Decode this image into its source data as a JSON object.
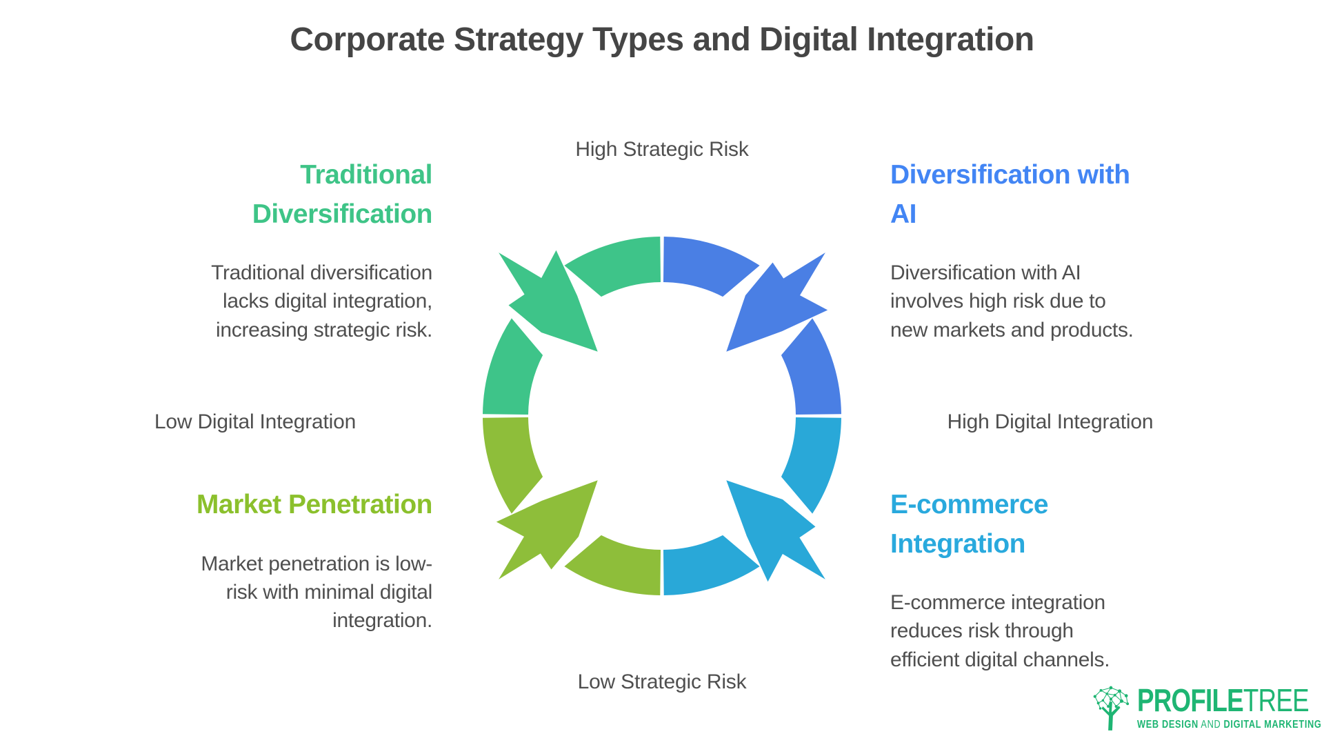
{
  "title": "Corporate Strategy Types and Digital Integration",
  "axes": {
    "top": "High Strategic Risk",
    "bottom": "Low Strategic Risk",
    "left": "Low Digital Integration",
    "right": "High Digital Integration"
  },
  "quadrants": [
    {
      "id": "traditional-diversification",
      "position": "top-left",
      "heading": "Traditional\nDiversification",
      "description": "Traditional diversification\nlacks digital integration,\nincreasing strategic risk.",
      "heading_color": "#3ec487",
      "segment_color": "#3ec489"
    },
    {
      "id": "diversification-with-ai",
      "position": "top-right",
      "heading": "Diversification with\nAI",
      "description": "Diversification with AI\ninvolves high risk due to\nnew markets and products.",
      "heading_color": "#4285f4",
      "segment_color": "#4a7fe4"
    },
    {
      "id": "market-penetration",
      "position": "bottom-left",
      "heading": "Market Penetration",
      "description": "Market penetration is low-\nrisk with minimal digital\nintegration.",
      "heading_color": "#8bc02c",
      "segment_color": "#8ebe3a"
    },
    {
      "id": "e-commerce-integration",
      "position": "bottom-right",
      "heading": "E-commerce\nIntegration",
      "description": "E-commerce integration\nreduces risk through\nefficient digital channels.",
      "heading_color": "#29a9dd",
      "segment_color": "#29a8d8"
    }
  ],
  "diagram": {
    "type": "cycle-arrows",
    "segments_clockwise_from_top_right": [
      "diversification-with-ai",
      "e-commerce-integration",
      "market-penetration",
      "traditional-diversification"
    ]
  },
  "logo": {
    "brand_bold": "PROFILE",
    "brand_light": "TREE",
    "tagline_part1": "WEB DESIGN",
    "tagline_and": " AND ",
    "tagline_part2": "DIGITAL MARKETING",
    "color": "#1eb573"
  },
  "text_colors": {
    "title": "#454545",
    "body": "#4f4f4f"
  }
}
